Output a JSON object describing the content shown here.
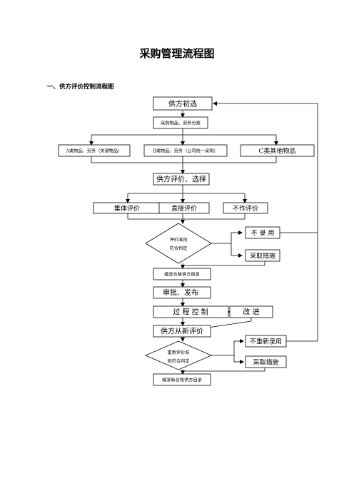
{
  "page": {
    "title": "采购管理流程图",
    "section_title": "一、供方评价控制流程图"
  },
  "diagram": {
    "initial_selection": "供方初选",
    "classification": "采购物品、劳务分类",
    "category_a": "A类物品、劳务（关键物品）",
    "category_b": "B类物品、劳务（公司统一采购）",
    "category_c": "C类其他物品",
    "evaluate_select": "供方评价、选择",
    "collective_eval": "集体评价",
    "direct_eval": "直接评价",
    "no_eval": "不作评价",
    "criteria_line1": "评价准则",
    "criteria_line2": "符合判定",
    "reject": "不 录 用",
    "take_measures_1": "采取措施",
    "compile_list": "编录合格供方目录",
    "approve_publish": "审批、发布",
    "process_control": "过  程  控  制",
    "improve": "改      进",
    "re_evaluate": "供方从新评价",
    "no_re_hire": "不重新录用",
    "re_criteria_line1": "重新评价准",
    "re_criteria_line2": "则符合判定",
    "take_measures_2": "采取措施",
    "compile_new_list": "编录新合格供方目录"
  }
}
